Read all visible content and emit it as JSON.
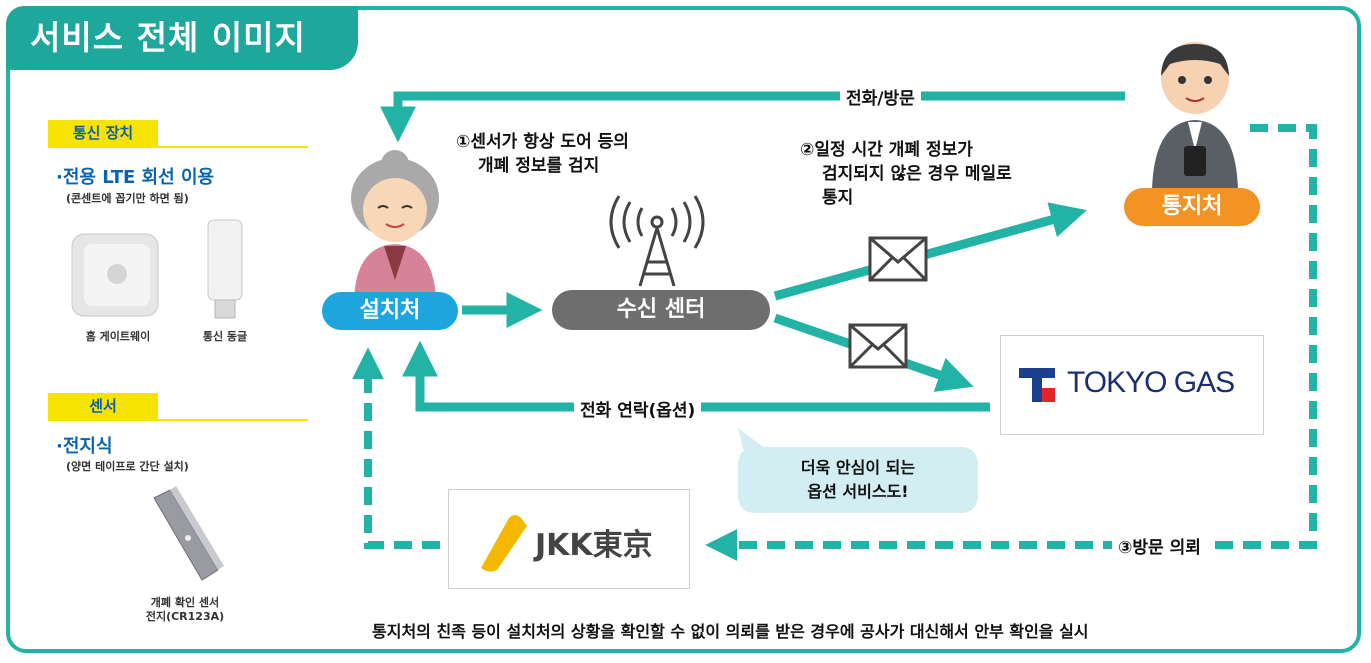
{
  "title": "서비스 전체 이미지",
  "left_panel": {
    "comm_tag": "통신 장치",
    "comm_head": "·전용 LTE 회선 이용",
    "comm_sub": "(콘센트에 꼽기만 하면 됨)",
    "gateway_caption": "홈 게이트웨이",
    "dongle_caption": "통신 동글",
    "sensor_tag": "센서",
    "sensor_head": "·전지식",
    "sensor_sub": "(양면 테이프로 간단 설치)",
    "sensor_caption_line1": "개폐 확인 센서",
    "sensor_caption_line2": "전지(CR123A)"
  },
  "diagram": {
    "resident_label": "설치처",
    "center_label": "수신 센터",
    "notify_label": "통지처",
    "phone_visit": "전화/방문",
    "phone_contact": "전화 연락(옵션)",
    "visit_request": "③방문 의뢰",
    "step1_line1": "①센서가 항상 도어 등의",
    "step1_line2": "개폐 정보를 검지",
    "step2_line1": "②일정 시간 개폐 정보가",
    "step2_line2": "검지되지 않은 경우 메일로",
    "step2_line3": "통지",
    "bubble_line1": "더욱 안심이 되는",
    "bubble_line2": "옵션 서비스도!",
    "tokyo_gas": "TOKYO GAS",
    "jkk": "JKK東京",
    "footer": "통지처의 친족 등이 설치처의 상황을 확인할 수 없이 의뢰를 받은 경우에 공사가 대신해서 안부 확인을 실시"
  },
  "colors": {
    "teal": "#22b3a6",
    "resident_pill": "#1fa5dd",
    "center_pill": "#6e6e6e",
    "notify_pill": "#f39324",
    "tag_yellow": "#f7e300",
    "heading_blue": "#0a64ad"
  }
}
